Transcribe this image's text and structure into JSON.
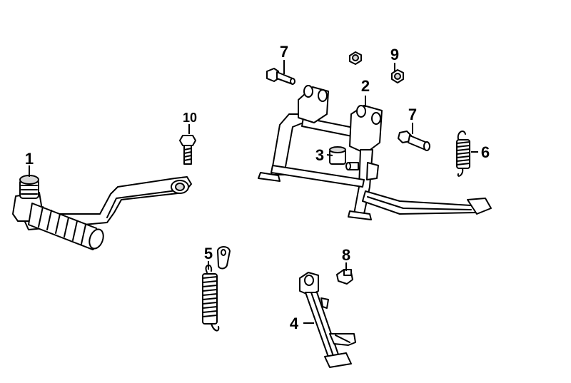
{
  "diagram": {
    "labels": {
      "kick_lever": "1",
      "main_stand": "2",
      "collar": "3",
      "side_stand": "4",
      "side_stand_spring": "5",
      "main_stand_spring": "6",
      "bolt_upper": "7",
      "bolt_right": "7",
      "stopper_rubber": "8",
      "nut": "9",
      "kick_bolt": "10"
    },
    "colors": {
      "line": "#000000",
      "background": "#ffffff",
      "shade": "#d8d8d8"
    }
  }
}
